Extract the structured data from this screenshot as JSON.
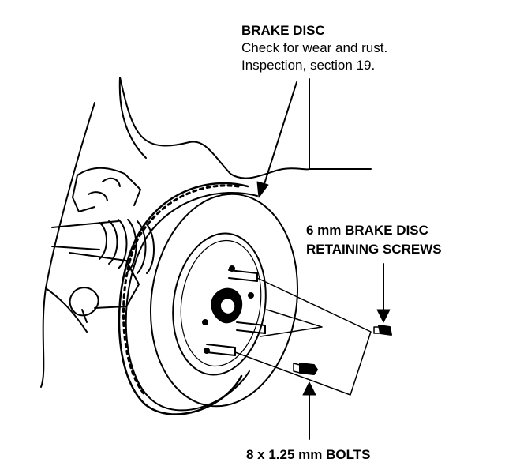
{
  "callouts": {
    "brake_disc": {
      "title": "BRAKE DISC",
      "line1": "Check for wear and rust.",
      "line2": "Inspection, section 19."
    },
    "retaining_screws": {
      "line1": "6 mm BRAKE DISC",
      "line2": "RETAINING SCREWS"
    },
    "bolts": {
      "label": "8 x 1.25 mm BOLTS"
    }
  },
  "colors": {
    "ink": "#000000",
    "paper": "#ffffff"
  }
}
